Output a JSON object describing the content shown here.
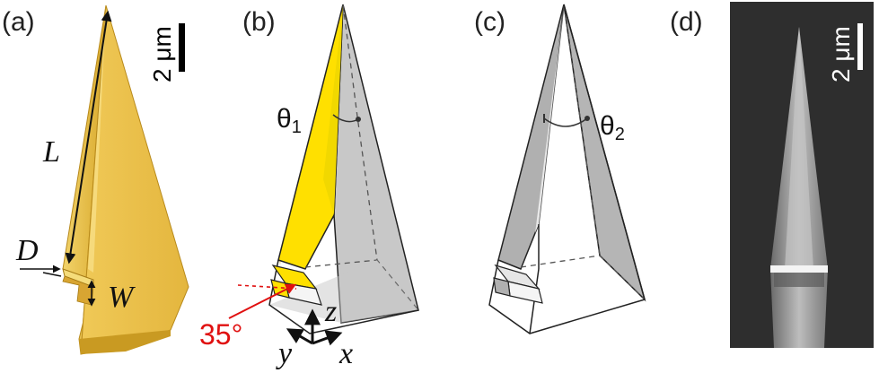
{
  "panels": {
    "a": "(a)",
    "b": "(b)",
    "c": "(c)",
    "d": "(d)"
  },
  "labels": {
    "length": "L",
    "depth": "D",
    "width": "W",
    "theta1": "θ1",
    "theta2": "θ2",
    "angle": "35°",
    "axis_x": "x",
    "axis_y": "y",
    "axis_z": "z"
  },
  "scale_bars": {
    "a": "2 μm",
    "d": "2 μm"
  },
  "colors": {
    "gold": "#e8c24a",
    "gold_dark": "#c99a22",
    "yellow": "#ffe000",
    "grey_face": "#c8c8c8",
    "grey_dark": "#9e9e9e",
    "red": "#e01010",
    "sem_bg": "#2e2e2e"
  }
}
